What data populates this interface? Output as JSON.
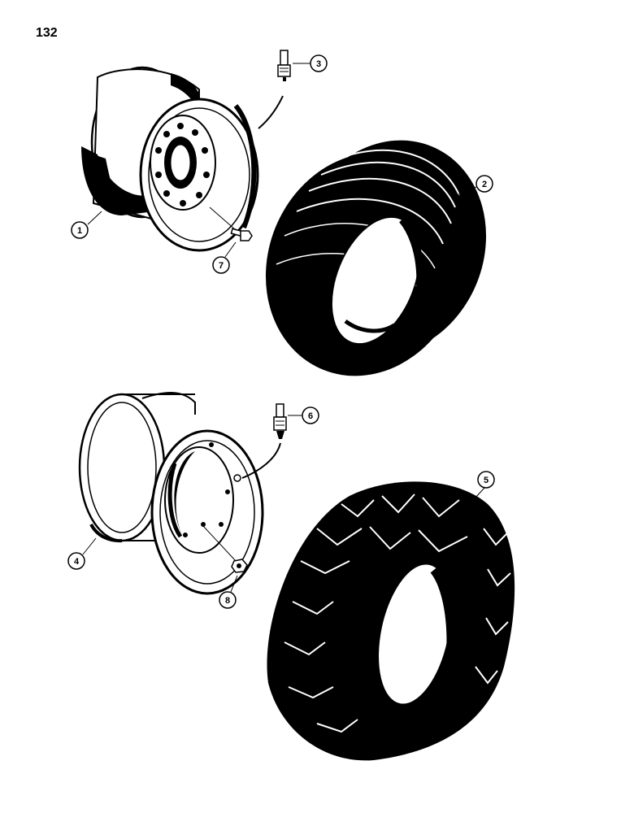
{
  "page": {
    "number": "132"
  },
  "callouts": [
    "1",
    "2",
    "3",
    "4",
    "5",
    "6",
    "7",
    "8"
  ],
  "colors": {
    "ink": "#000000",
    "paper": "#ffffff"
  },
  "parts": [
    {
      "callout": "1",
      "icon": "steel-wheel-rim"
    },
    {
      "callout": "2",
      "icon": "rib-tread-tire"
    },
    {
      "callout": "3",
      "icon": "valve-stem"
    },
    {
      "callout": "4",
      "icon": "flat-disc-wheel-rim"
    },
    {
      "callout": "5",
      "icon": "lug-tread-tire"
    },
    {
      "callout": "6",
      "icon": "valve-stem"
    },
    {
      "callout": "7",
      "icon": "wheel-bolt"
    },
    {
      "callout": "8",
      "icon": "wheel-nut"
    }
  ]
}
